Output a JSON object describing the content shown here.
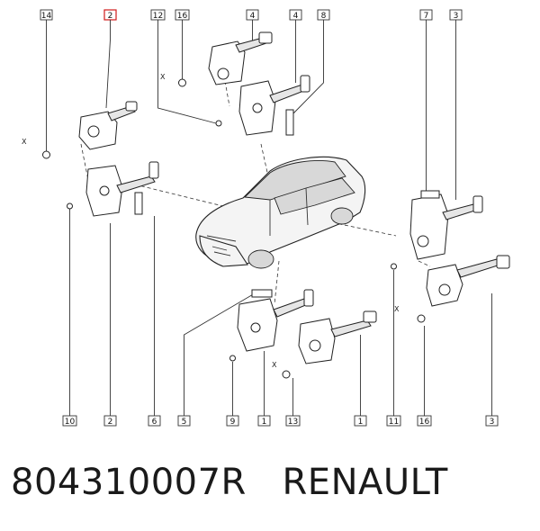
{
  "callouts": {
    "top": [
      "14",
      "2",
      "12",
      "16",
      "4",
      "4",
      "8",
      "7",
      "3"
    ],
    "bottom": [
      "10",
      "2",
      "6",
      "5",
      "9",
      "1",
      "13",
      "1",
      "11",
      "16",
      "3"
    ]
  },
  "marks": {
    "x": "X"
  },
  "footer": {
    "part_number": "804310007R",
    "brand": "RENAULT"
  },
  "colors": {
    "highlight": "#d01c1c",
    "line": "#333333"
  }
}
